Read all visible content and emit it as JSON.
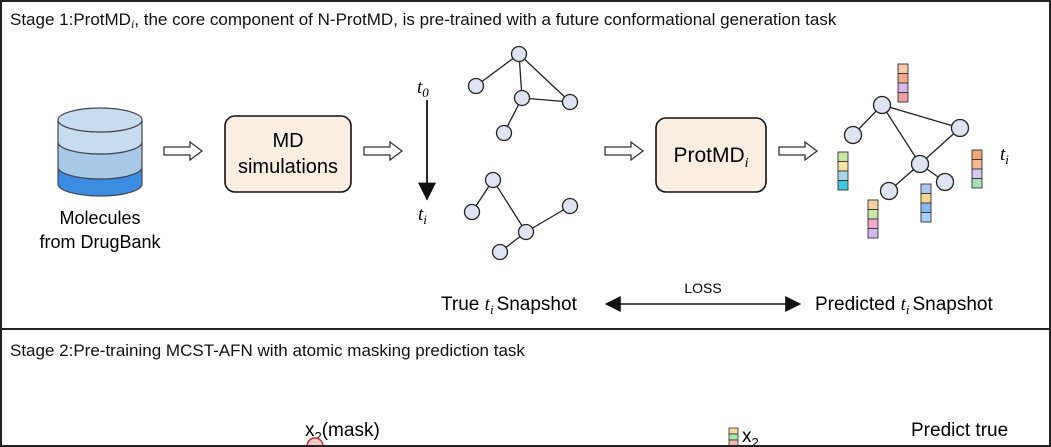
{
  "stage1": {
    "title_prefix": "Stage 1:ProtMD",
    "title_sub": "i",
    "title_suffix": ", the core component of N-ProtMD, is pre-trained with a future conformational generation task",
    "molecules_line1": "Molecules",
    "molecules_line2": "from DrugBank",
    "md_line1": "MD",
    "md_line2": "simulations",
    "t0_base": "t",
    "t0_sub": "0",
    "ti_base": "t",
    "ti_sub": "i",
    "protmd_base": "ProtMD",
    "protmd_sub": "i",
    "output_t_base": "t",
    "output_t_sub": "i",
    "true_prefix": "True",
    "true_t": "t",
    "true_sub": "i",
    "true_suffix": "Snapshot",
    "loss_label": "LOSS",
    "pred_prefix": "Predicted",
    "pred_t": "t",
    "pred_sub": "i",
    "pred_suffix": "Snapshot"
  },
  "stage2": {
    "title": "Stage 2:Pre-training MCST-AFN with atomic masking prediction task",
    "x2_mask_base": "x",
    "x2_mask_sub": "2",
    "x2_mask_suffix": "(mask)",
    "x2_base": "x",
    "x2_sub": "2",
    "predict_label": "Predict true"
  },
  "colors": {
    "db_top": "#c7dcee",
    "db_mid": "#a8c8e8",
    "db_bottom": "#3a8de0",
    "md_box": "#fbeee2",
    "node_fill": "#dfe4f2",
    "feature_vectors": [
      [
        "#f6c9a8",
        "#f4a98a",
        "#d9b8e8",
        "#f0a0a0"
      ],
      [
        "#c9e6a8",
        "#f4e6a0",
        "#a8d8e8",
        "#40c8e0"
      ],
      [
        "#f0a878",
        "#f4b890",
        "#d8c8f0",
        "#a8e0b8"
      ],
      [
        "#a8c8f0",
        "#f4d890",
        "#88b8f0",
        "#a8d0f8"
      ],
      [
        "#f4d0a0",
        "#c8e8a8",
        "#f4a8c8",
        "#d0b8f0"
      ]
    ],
    "x2_vector": [
      "#f4d8a0",
      "#a8e8a8",
      "#f4b8a8"
    ]
  }
}
